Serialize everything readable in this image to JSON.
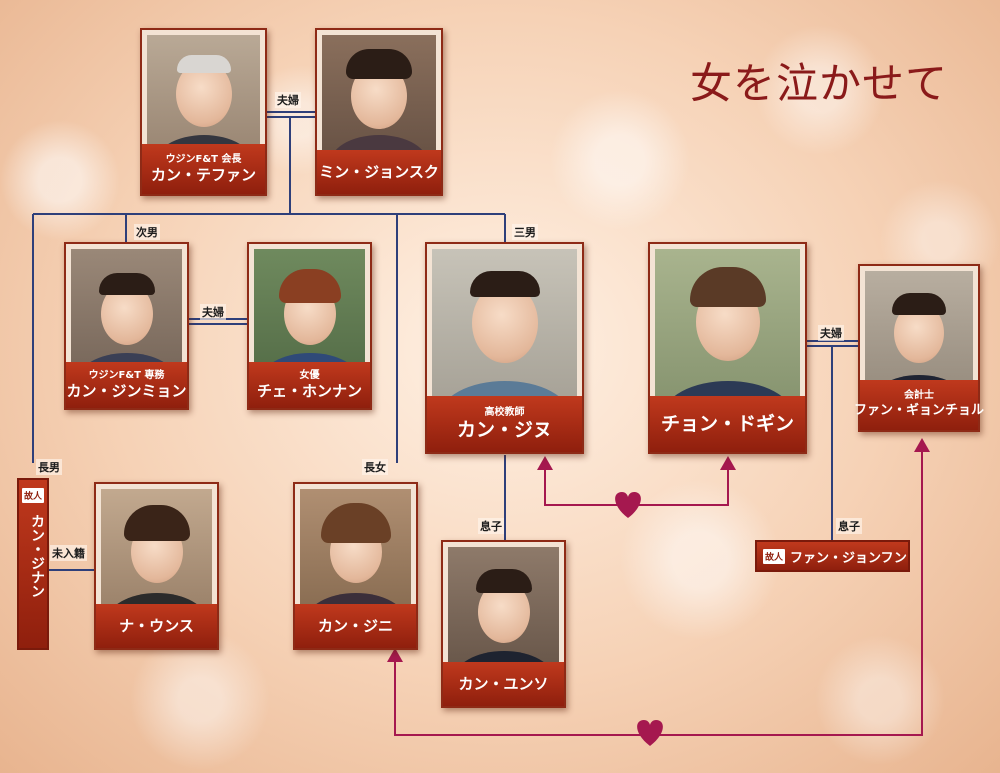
{
  "title": "女を泣かせて",
  "people": {
    "tefan": {
      "role": "ウジンF&T 会長",
      "name": "カン・テファン"
    },
    "jonsuk": {
      "role": "",
      "name": "ミン・ジョンスク"
    },
    "jinmyon": {
      "role": "ウジンF&T 専務",
      "name": "カン・ジンミョン"
    },
    "honnan": {
      "role": "女優",
      "name": "チェ・ホンナン"
    },
    "jinu": {
      "role": "高校教師",
      "name": "カン・ジヌ"
    },
    "dogin": {
      "role": "",
      "name": "チョン・ドギン"
    },
    "gyonchol": {
      "role": "会計士",
      "name": "ファン・ギョンチョル"
    },
    "jinan": {
      "badge": "故人",
      "name": "カン・ジナン"
    },
    "unsu": {
      "role": "",
      "name": "ナ・ウンス"
    },
    "jini": {
      "role": "",
      "name": "カン・ジニ"
    },
    "yunso": {
      "role": "",
      "name": "カン・ユンソ"
    },
    "jonfun": {
      "badge": "故人",
      "name": "ファン・ジョンフン"
    }
  },
  "relations": {
    "couple1": "夫婦",
    "couple2": "夫婦",
    "couple3": "夫婦",
    "second_son": "次男",
    "third_son": "三男",
    "eldest_son": "長男",
    "eldest_daughter": "長女",
    "common_law": "未入籍",
    "son1": "息子",
    "son2": "息子"
  },
  "colors": {
    "line": "#2e3f7a",
    "love": "#a5184f",
    "plate": "#a82a14",
    "title": "#8a1a1a"
  }
}
